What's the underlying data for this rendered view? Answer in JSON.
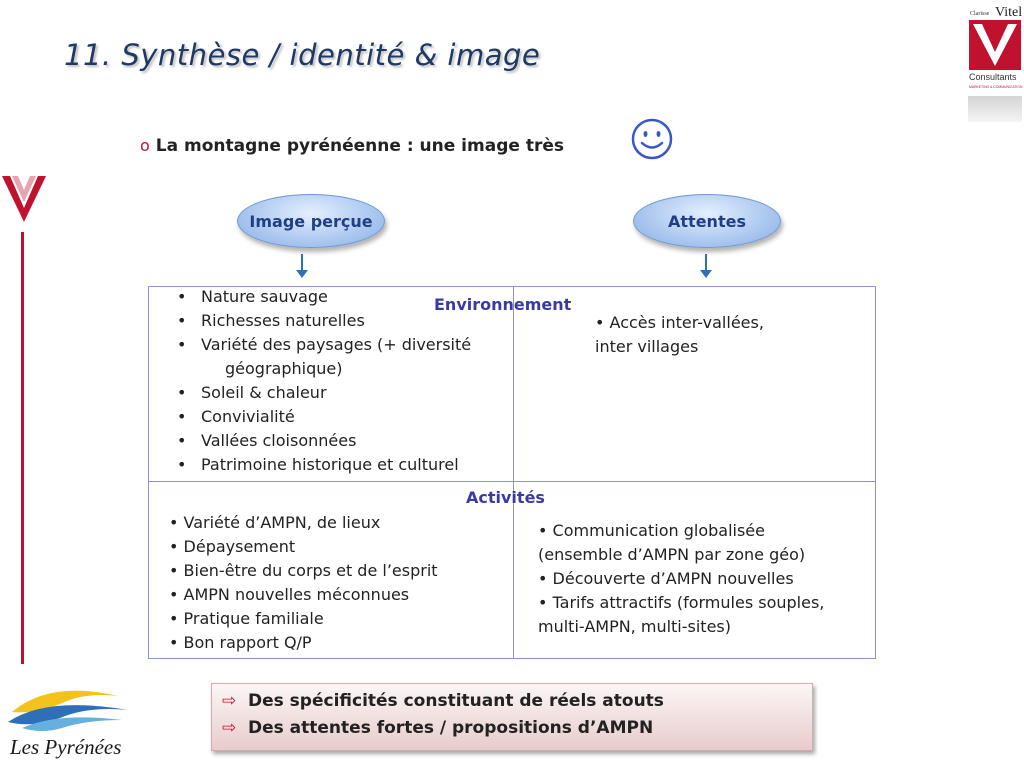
{
  "slide": {
    "title": "11. Synthèse / identité & image",
    "bullet": {
      "marker": "o",
      "text": "La montagne pyrénéenne : une image très"
    }
  },
  "logo_top_right": {
    "line1": "Clarisse",
    "line2": "Vitel",
    "line3": "Consultants",
    "line4": "MARKETING & COMMUNICATION"
  },
  "logo_bottom_left": {
    "text": "Les Pyrénées"
  },
  "headers": {
    "left": "Image perçue",
    "right": "Attentes"
  },
  "sections": {
    "environnement": {
      "label": "Environnement",
      "left": [
        "Nature sauvage",
        "Richesses naturelles",
        "Variété des paysages (+ diversité",
        "géographique)",
        "Soleil & chaleur",
        "Convivialité",
        "Vallées cloisonnées",
        "Patrimoine historique et culturel"
      ],
      "right": [
        "• Accès inter-vallées,",
        "inter villages"
      ]
    },
    "activites": {
      "label": "Activités",
      "left": [
        "• Variété d’AMPN, de lieux",
        "• Dépaysement",
        "• Bien-être du corps et de l’esprit",
        "• AMPN nouvelles méconnues",
        "• Pratique familiale",
        "• Bon rapport Q/P"
      ],
      "right": [
        "• Communication globalisée",
        "(ensemble d’AMPN par zone géo)",
        "• Découverte d’AMPN nouvelles",
        "• Tarifs attractifs (formules souples,",
        "multi-AMPN, multi-sites)"
      ]
    }
  },
  "conclusion": {
    "arrow_glyph": "⇨",
    "items": [
      "Des spécificités constituant de réels atouts",
      "Des attentes fortes / propositions d’AMPN"
    ]
  },
  "colors": {
    "accent_red": "#c0122f",
    "title_blue": "#1f3864",
    "label_blue": "#3a3aa3",
    "border": "#8e93c7"
  }
}
